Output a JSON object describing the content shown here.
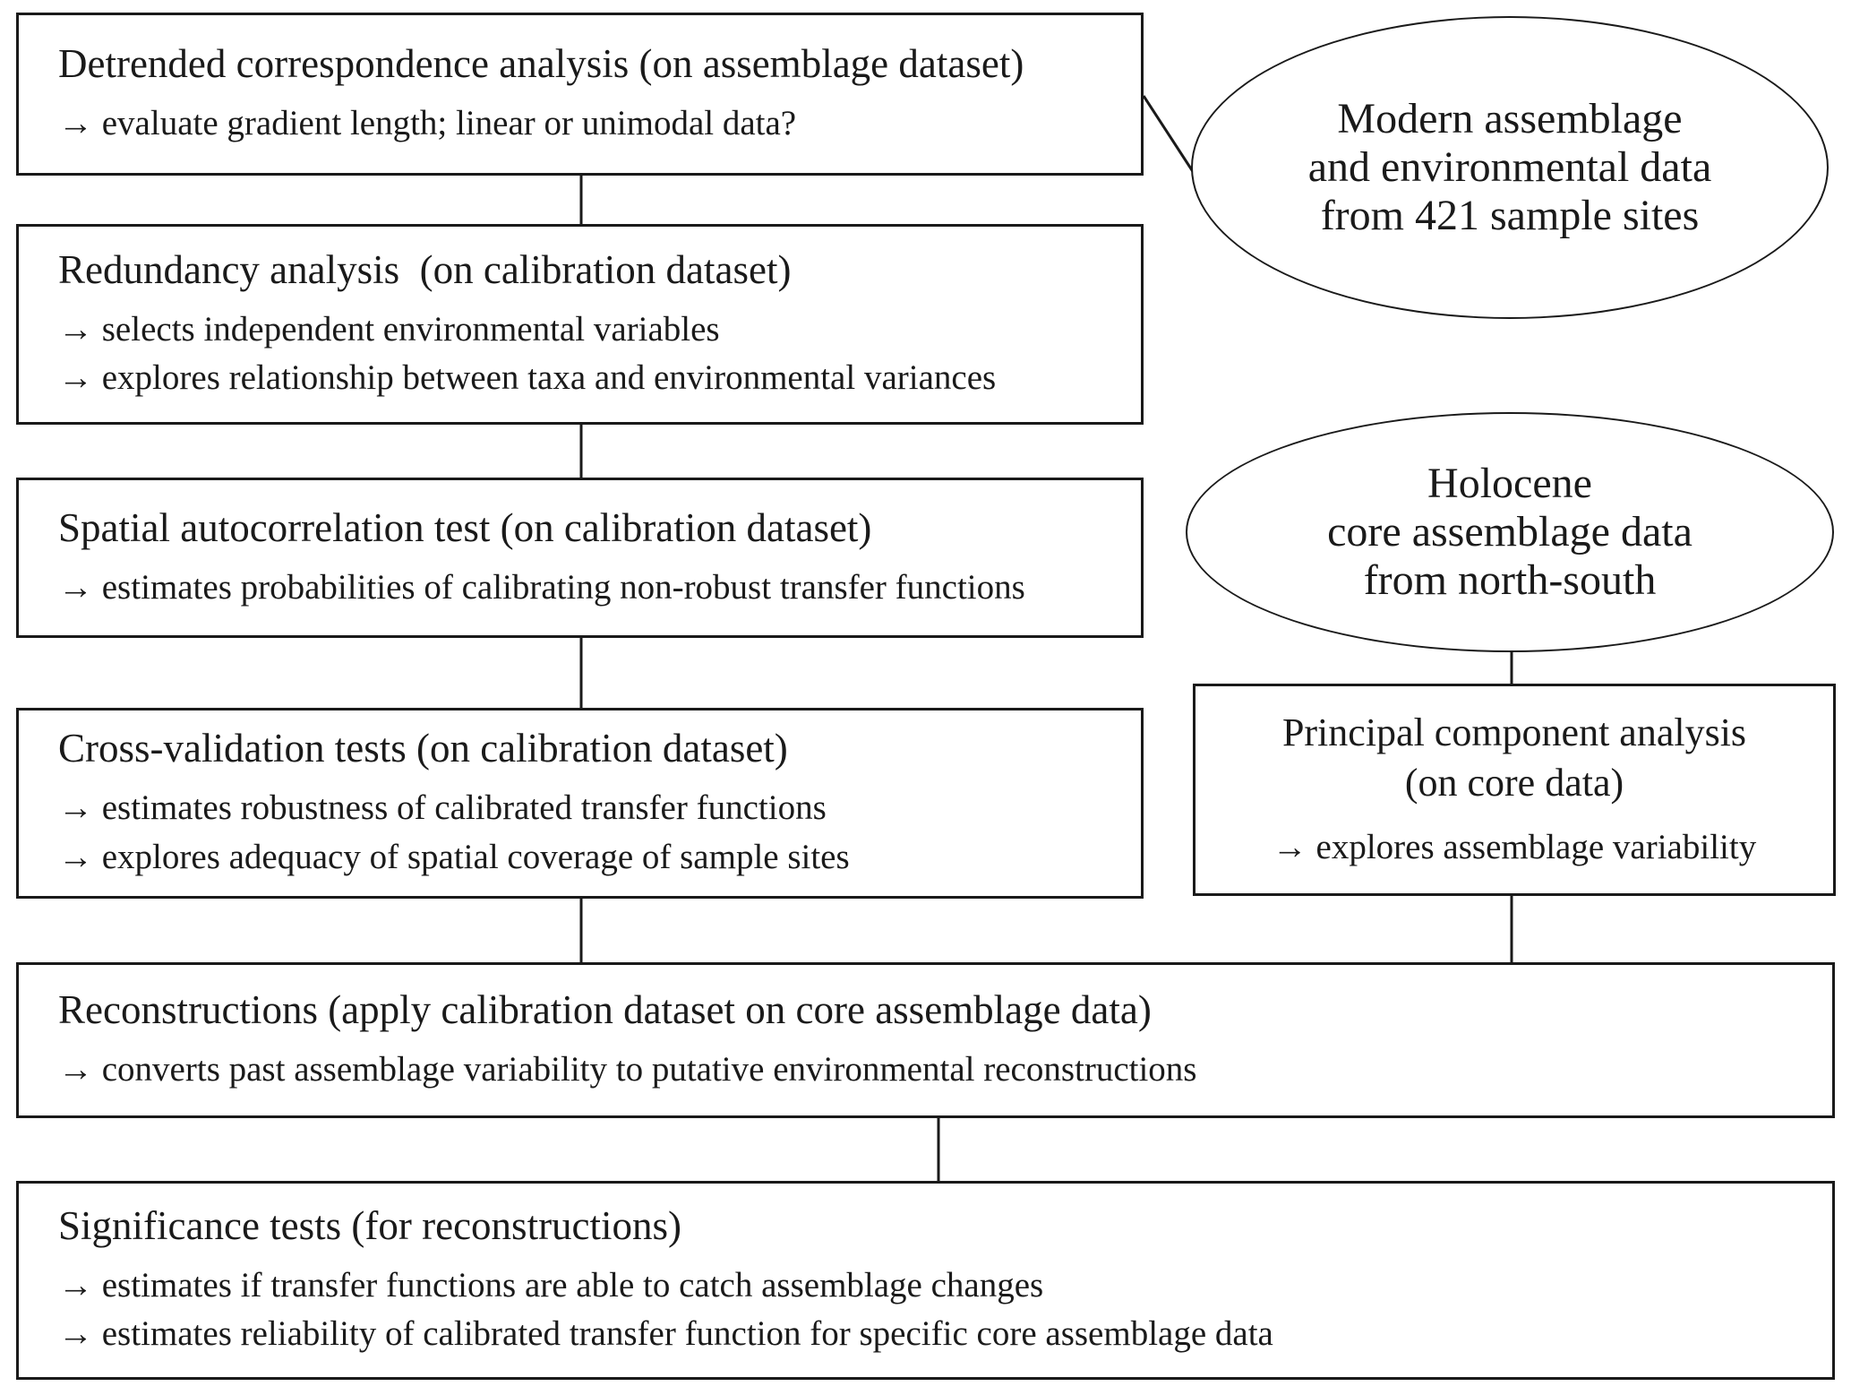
{
  "colors": {
    "ink": "#1a1a1a",
    "background": "#ffffff"
  },
  "boxes": {
    "dca": {
      "title": "Detrended correspondence analysis (on assemblage dataset)",
      "note1": "→ evaluate gradient length; linear or unimodal data?"
    },
    "rda": {
      "title": "Redundancy analysis  (on calibration dataset)",
      "note1": "→ selects independent environmental variables",
      "note2": "→ explores relationship between taxa and environmental variances"
    },
    "sat": {
      "title": "Spatial autocorrelation test (on calibration dataset)",
      "note1": "→ estimates probabilities of calibrating non-robust transfer functions"
    },
    "cvt": {
      "title": "Cross-validation tests (on calibration dataset)",
      "note1": "→ estimates robustness of calibrated transfer functions",
      "note2": "→ explores adequacy of spatial coverage of sample sites"
    },
    "pca": {
      "title": "Principal component analysis",
      "subtitle": "(on core data)",
      "note1": "→ explores assemblage variability"
    },
    "rec": {
      "title": "Reconstructions (apply calibration dataset on core assemblage data)",
      "note1": "→ converts past assemblage variability to putative environmental reconstructions"
    },
    "sig": {
      "title": "Significance tests (for reconstructions)",
      "note1": "→ estimates if transfer functions are able to catch assemblage changes",
      "note2": "→ estimates reliability of calibrated transfer function for specific core assemblage data"
    }
  },
  "ellipses": {
    "modern": {
      "line1": "Modern assemblage",
      "line2": "and environmental data",
      "line3": "from 421 sample sites"
    },
    "holocene": {
      "line1": "Holocene",
      "line2": "core assemblage data",
      "line3": "from north-south"
    }
  }
}
